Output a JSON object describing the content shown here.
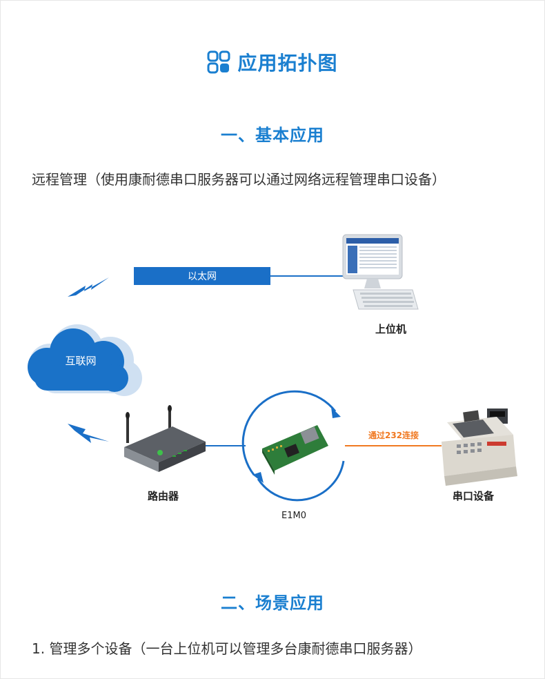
{
  "header": {
    "title": "应用拓扑图"
  },
  "section1": {
    "heading": "一、基本应用",
    "description": "远程管理（使用康耐德串口服务器可以通过网络远程管理串口设备）"
  },
  "diagram": {
    "ethernet_label": "以太网",
    "internet_label": "互联网",
    "host_label": "上位机",
    "router_label": "路由器",
    "device_label": "E1M0",
    "serial_device_label": "串口设备",
    "serial_link_label": "通过232连接"
  },
  "section2": {
    "heading": "二、场景应用",
    "item1": "1. 管理多个设备（一台上位机可以管理多台康耐德串口服务器）"
  }
}
